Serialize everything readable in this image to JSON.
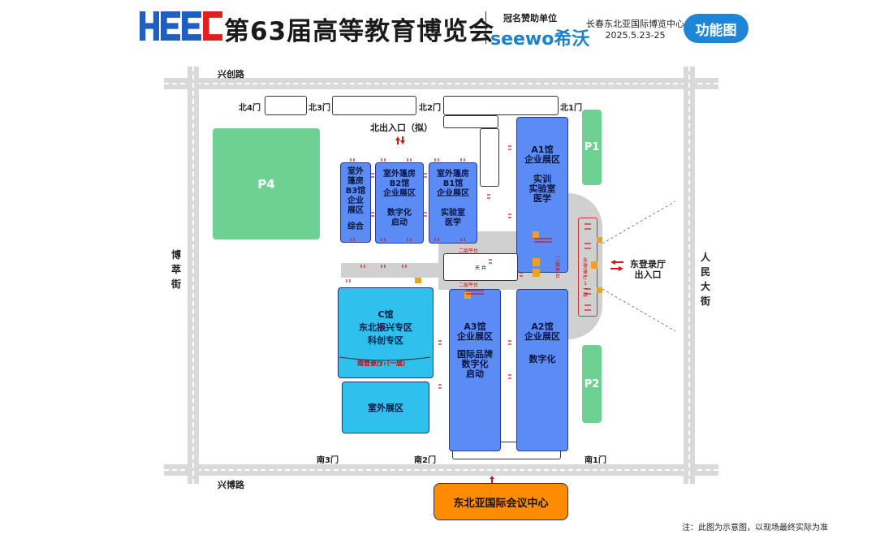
{
  "header": {
    "logo_text": "HEEC",
    "title": "第63届高等教育博览会",
    "sponsor_caption": "冠名赞助单位",
    "sponsor_brand": "seewo希沃",
    "venue_name": "长春东北亚国际博览中心",
    "venue_dates": "2025.5.23-25",
    "badge": "功能图"
  },
  "roads": {
    "north": "兴创路",
    "south": "兴博路",
    "west": "博萃街",
    "east": "人民大街"
  },
  "gates": {
    "north4": "北4门",
    "north3": "北3门",
    "north2": "北2门",
    "north1": "北1门",
    "south3": "南3门",
    "south2": "南2门",
    "south1": "南1门"
  },
  "entrances": {
    "north": "北出入口（拟）",
    "east_line1": "东登录厅",
    "east_line2": "出入口"
  },
  "parking": {
    "p1": "P1",
    "p2": "P2",
    "p4": "P4"
  },
  "halls": {
    "b3": {
      "lines": [
        "室外",
        "篷房",
        "B3馆",
        "企业",
        "展区"
      ],
      "sub": "综合"
    },
    "b2": {
      "lines": [
        "室外篷房",
        "B2馆",
        "企业展区"
      ],
      "sub": [
        "数字化",
        "启动"
      ]
    },
    "b1": {
      "lines": [
        "室外篷房",
        "B1馆",
        "企业展区"
      ],
      "sub": [
        "实验室",
        "医学"
      ]
    },
    "a1": {
      "lines": [
        "A1馆",
        "企业展区"
      ],
      "sub": [
        "实训",
        "实验室",
        "医学"
      ]
    },
    "a2": {
      "lines": [
        "A2馆",
        "企业展区"
      ],
      "sub": [
        "数字化"
      ]
    },
    "a3": {
      "lines": [
        "A3馆",
        "企业展区"
      ],
      "sub": [
        "国际品牌",
        "数字化",
        "启动"
      ]
    },
    "c": {
      "lines": [
        "C馆",
        "东北振兴专区",
        "科创专区"
      ]
    },
    "outdoor": "室外展区"
  },
  "small_labels": {
    "south_lobby": "南登录厅（一层）",
    "patio": "天 井",
    "platform_top": "二层平台",
    "platform_bottom": "二层平台",
    "platform_mid": [
      "二",
      "层",
      "平",
      "台"
    ],
    "east_lobby": [
      "东",
      "登",
      "录",
      "厅",
      "1",
      "一",
      "层"
    ]
  },
  "conference": "东北亚国际会议中心",
  "note": "注：此图为示意图，以现场最终实际为准",
  "colors": {
    "hall_blue": "#5b8cf6",
    "hall_cyan": "#2fc0ee",
    "parking_green": "#6fd093",
    "conference_orange": "#ff8c00",
    "badge_blue": "#1f86d6",
    "road_gray": "#d9d9d9",
    "logo_blue": "#1f5fbf",
    "logo_red": "#e02020"
  }
}
